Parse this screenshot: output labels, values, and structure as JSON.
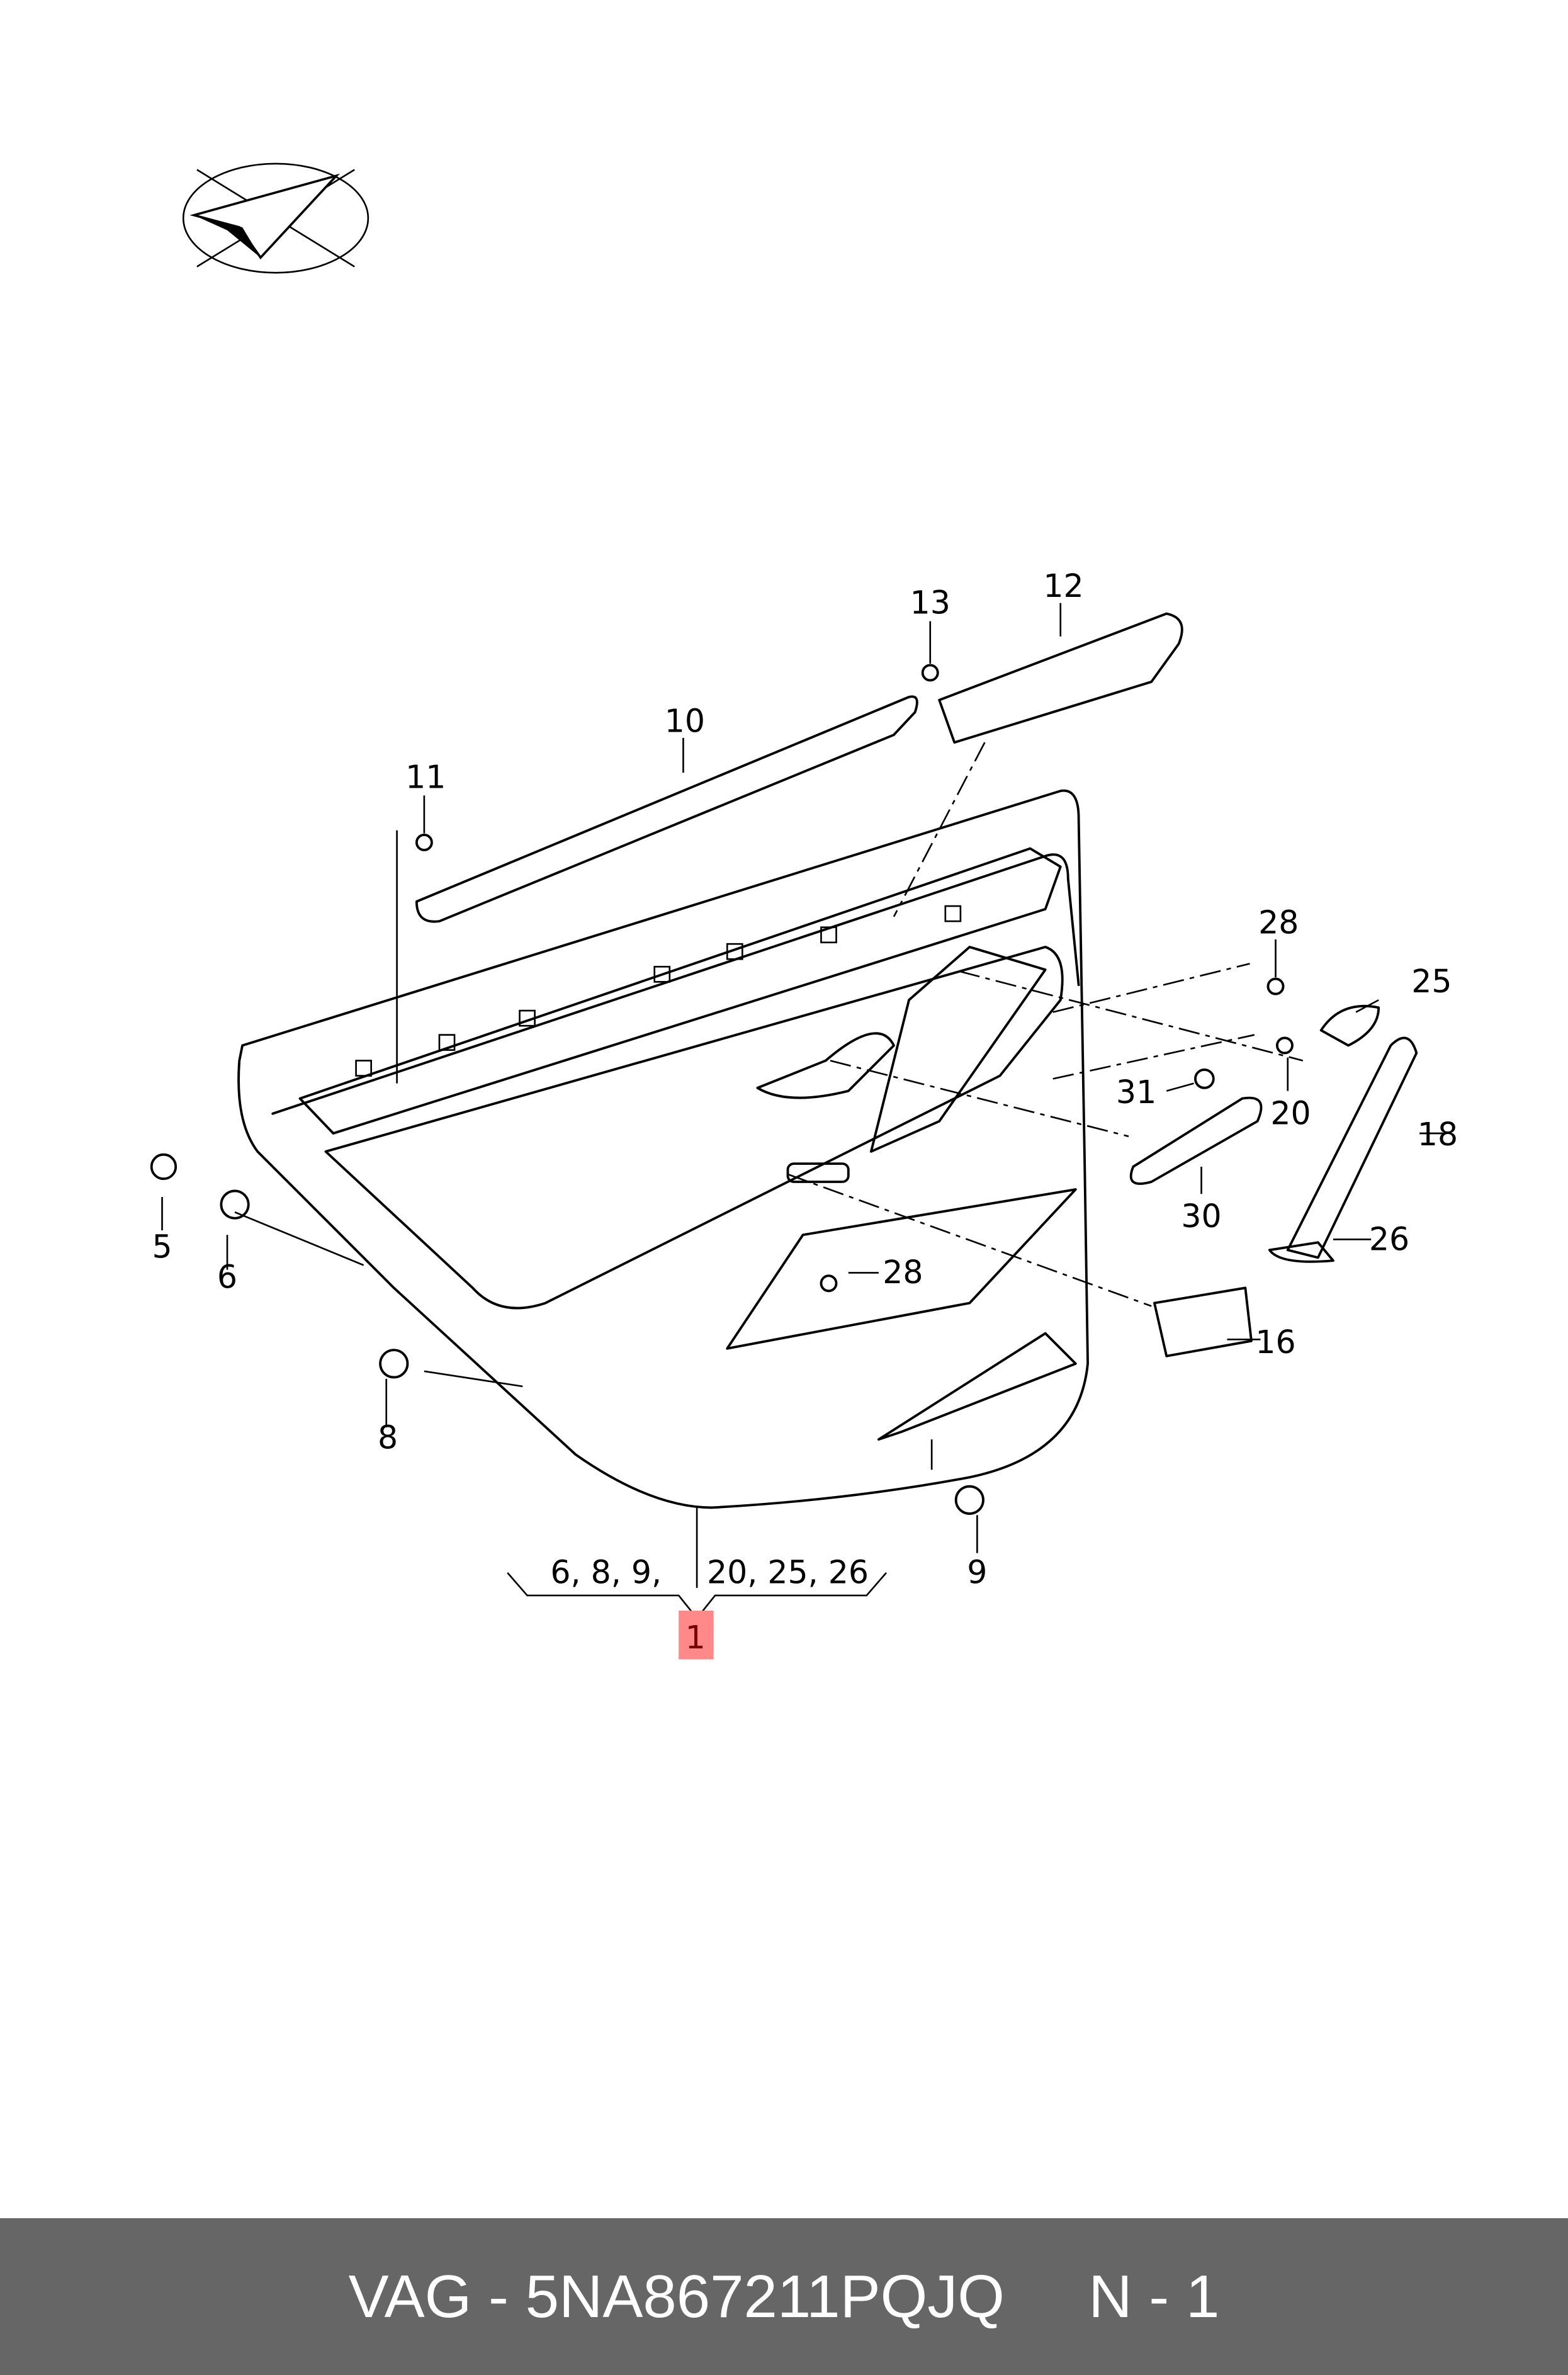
{
  "diagram": {
    "callouts": [
      "13",
      "12",
      "10",
      "11",
      "28",
      "25",
      "31",
      "20",
      "18",
      "30",
      "26",
      "5",
      "6",
      "28",
      "16",
      "8",
      "9"
    ],
    "group_left": "6, 8, 9,",
    "group_right": "20, 25, 26",
    "main_part": "1",
    "highlight_color": "#ff8888"
  },
  "footer": {
    "brand": "VAG",
    "separator": " - ",
    "part_number": "5NA867211PQJQ",
    "position": "N - 1",
    "background": "#666666"
  }
}
